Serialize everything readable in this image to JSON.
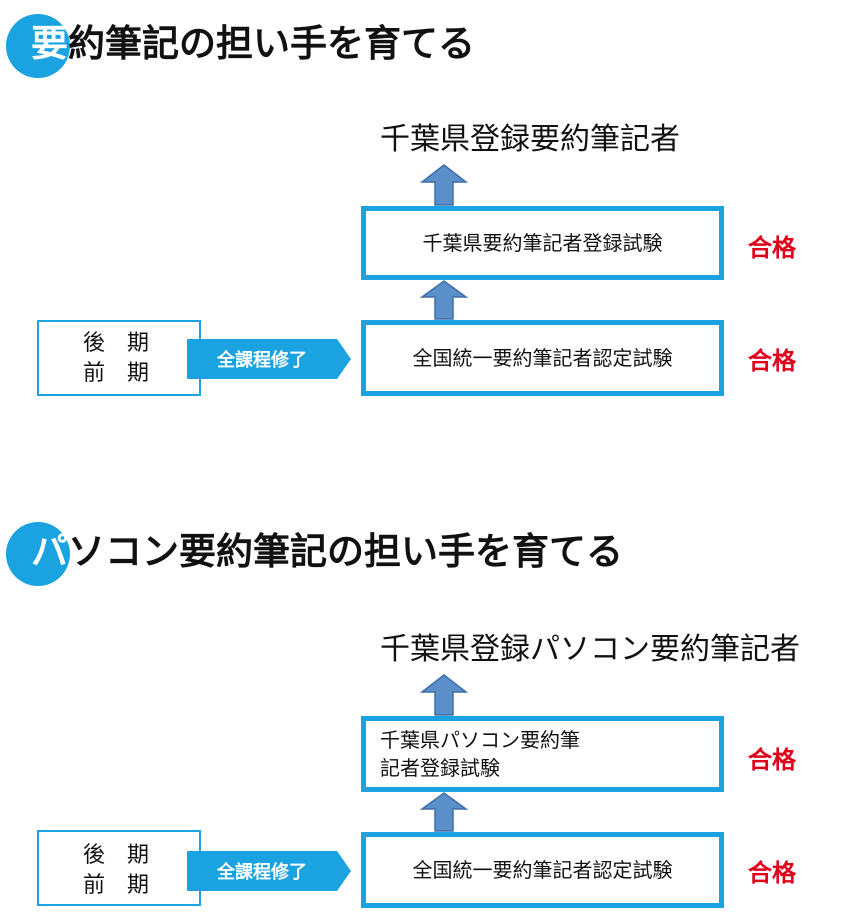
{
  "colors": {
    "accent": "#1aa3e0",
    "pass": "#e0001b",
    "arrow": "#5b8fc9"
  },
  "sections": [
    {
      "heading_first": "要",
      "heading_rest": "約筆記の担い手を育てる",
      "target": "千葉県登録要約筆記者",
      "upper_exam": "千葉県要約筆記者登録試験",
      "lower_exam": "全国統一要約筆記者認定試験",
      "term_late": "後　期",
      "term_early": "前　期",
      "completion": "全課程修了",
      "pass_upper": "合格",
      "pass_lower": "合格"
    },
    {
      "heading_first": "パ",
      "heading_rest": "ソコン要約筆記の担い手を育てる",
      "target": "千葉県登録パソコン要約筆記者",
      "upper_exam": "千葉県パソコン要約筆記者登録試験",
      "lower_exam": "全国統一要約筆記者認定試験",
      "term_late": "後　期",
      "term_early": "前　期",
      "completion": "全課程修了",
      "pass_upper": "合格",
      "pass_lower": "合格"
    }
  ]
}
